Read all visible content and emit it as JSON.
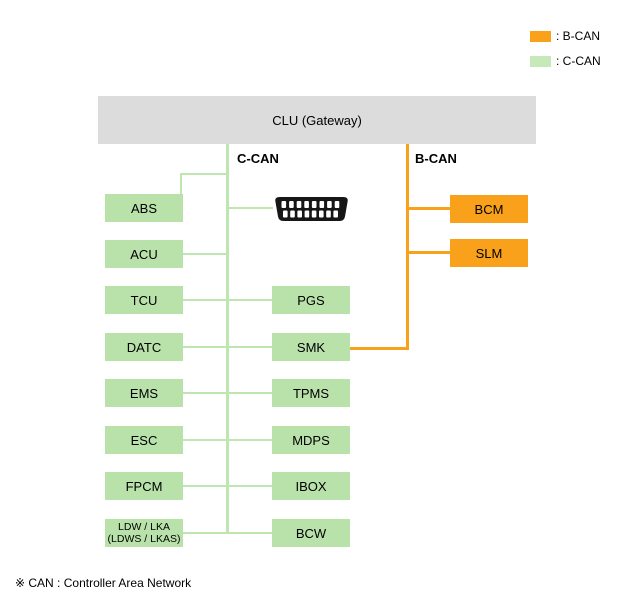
{
  "legend": {
    "items": [
      {
        "label": ": B-CAN",
        "color": "#F9A11B"
      },
      {
        "label": ": C-CAN",
        "color": "#C6E9BA"
      }
    ]
  },
  "gateway": {
    "label": "CLU (Gateway)"
  },
  "c_can": {
    "label": "C-CAN",
    "line_color": "#BFE5B1",
    "box_color": "#B9E2AB",
    "connector_icon": "obd-diagnostic-connector",
    "left_modules": [
      {
        "label": "ABS"
      },
      {
        "label": "ACU"
      },
      {
        "label": "TCU"
      },
      {
        "label": "DATC"
      },
      {
        "label": "EMS"
      },
      {
        "label": "ESC"
      },
      {
        "label": "FPCM"
      },
      {
        "label": "LDW / LKA",
        "sublabel": "(LDWS / LKAS)"
      }
    ],
    "right_modules": [
      {
        "label": "PGS"
      },
      {
        "label": "SMK"
      },
      {
        "label": "TPMS"
      },
      {
        "label": "MDPS"
      },
      {
        "label": "IBOX"
      },
      {
        "label": "BCW"
      }
    ]
  },
  "b_can": {
    "label": "B-CAN",
    "line_color": "#F9A11B",
    "box_color": "#F9A11B",
    "modules": [
      {
        "label": "BCM"
      },
      {
        "label": "SLM"
      }
    ]
  },
  "footnote": "※ CAN : Controller Area Network"
}
